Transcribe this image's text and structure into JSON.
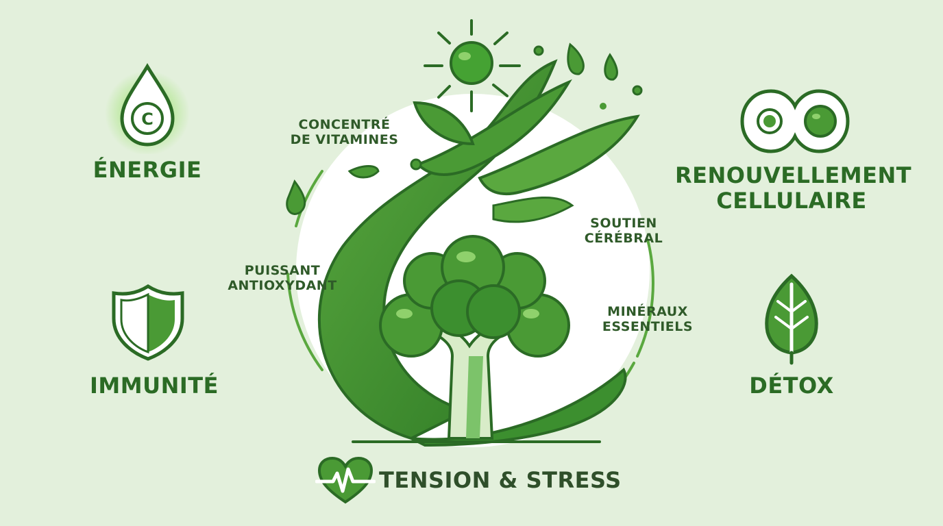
{
  "benefits": {
    "energie": "ÉNERGIE",
    "vitamin_letter": "C",
    "immunite": "IMMUNITÉ",
    "renouvellement_line1": "RENOUVELLEMENT",
    "renouvellement_line2": "CELLULAIRE",
    "detox": "DÉTOX",
    "tension": "TENSION & STRESS"
  },
  "annotations": {
    "vitamines_line1": "CONCENTRÉ",
    "vitamines_line2": "DE VITAMINES",
    "cerebral_line1": "SOUTIEN",
    "cerebral_line2": "CÉRÉBRAL",
    "antioxydant_line1": "PUISSANT",
    "antioxydant_line2": "ANTIOXYDANT",
    "mineraux_line1": "MINÉRAUX",
    "mineraux_line2": "ESSENTIELS"
  },
  "colors": {
    "background": "#e3f0dc",
    "primary_green": "#3c8f2f",
    "dark_green": "#2b6b25",
    "light_green": "#7cc36a",
    "glow": "#8fe05a"
  },
  "icons": [
    "vitamin-c-drop-icon",
    "shield-icon",
    "cells-icon",
    "leaf-icon",
    "heart-pulse-icon",
    "sun-icon",
    "broccoli-icon"
  ]
}
